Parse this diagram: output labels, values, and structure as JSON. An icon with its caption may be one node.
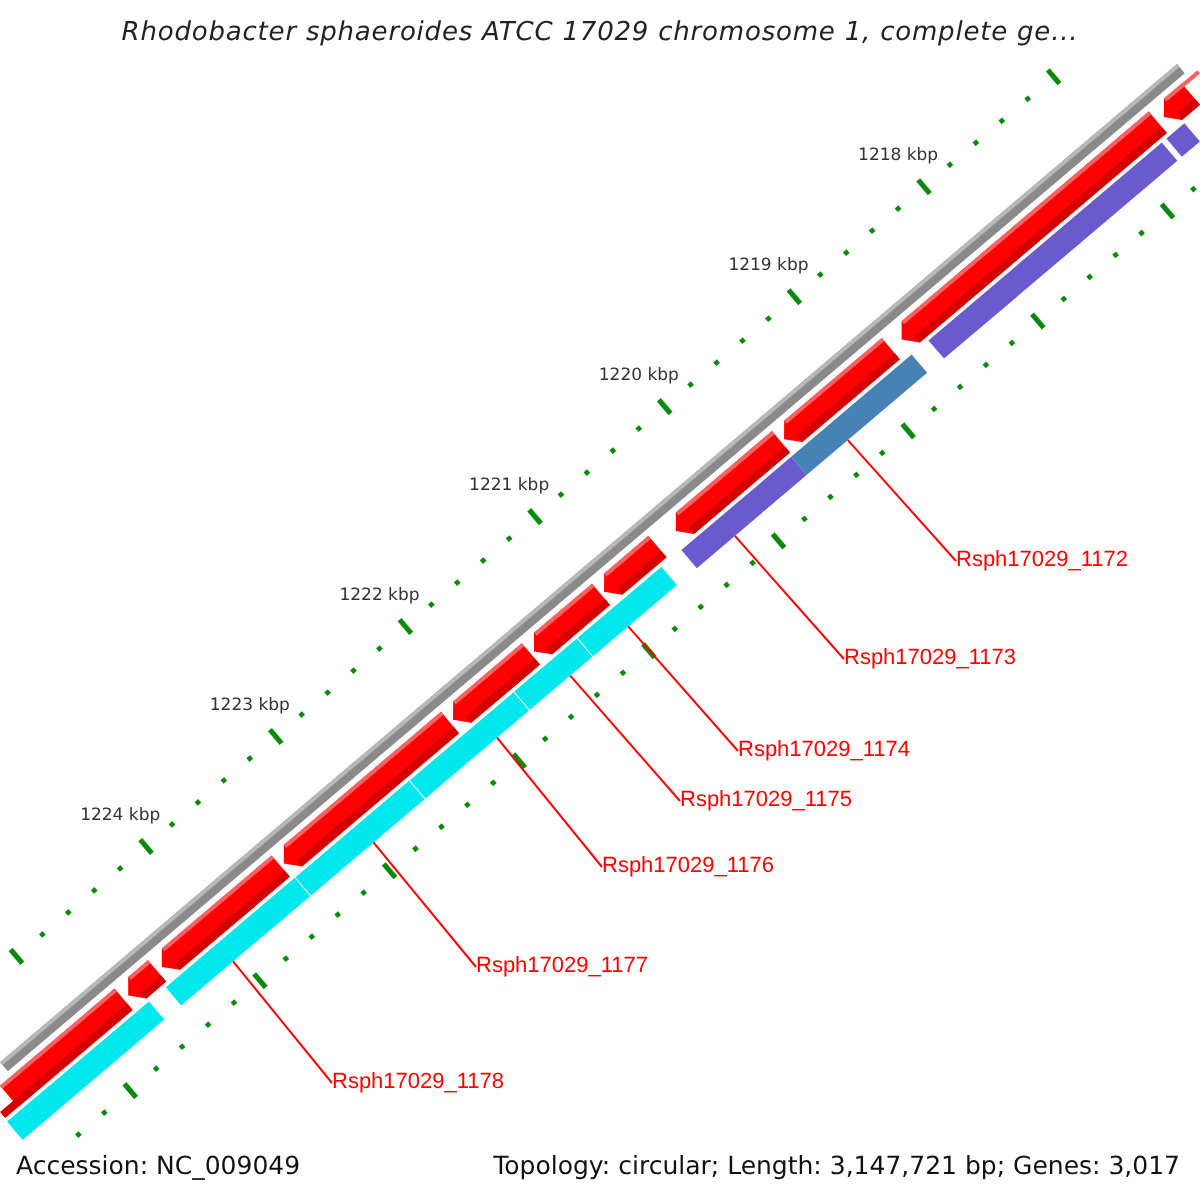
{
  "diagram": {
    "title": "Rhodobacter sphaeroides ATCC 17029 chromosome 1, complete ge...",
    "nodes": [
      {
        "text": [
          "Rsph17029_1172"
        ]
      },
      {
        "text": [
          "Rsph17029_1173"
        ]
      },
      {
        "text": [
          "Rsph17029_1174"
        ]
      },
      {
        "text": [
          "Rsph17029_1175"
        ]
      },
      {
        "text": [
          "Rsph17029_1176"
        ]
      },
      {
        "text": [
          "Rsph17029_1177"
        ]
      },
      {
        "text": [
          "Rsph17029_1178"
        ]
      },
      {
        "text": [],
        "shape": "bar"
      },
      {
        "text": [],
        "shape": "bar"
      },
      {
        "text": [],
        "shape": "bar"
      },
      {
        "text": [],
        "shape": "bar"
      },
      {
        "text": [],
        "shape": "bar"
      },
      {
        "text": [],
        "shape": "bar"
      },
      {
        "text": [],
        "shape": "bar"
      },
      {
        "text": [],
        "shape": "bar"
      },
      {
        "text": [],
        "shape": "bar"
      },
      {
        "text": [],
        "shape": "bar"
      },
      {
        "text": [],
        "shape": "bar"
      },
      {
        "text": [],
        "shape": "bar"
      },
      {
        "text": [],
        "shape": "bar"
      },
      {
        "text": [],
        "shape": "bar"
      },
      {
        "text": [],
        "shape": "bar"
      },
      {
        "text": [],
        "shape": "bar"
      },
      {
        "text": [],
        "shape": "bar"
      },
      {
        "text": [],
        "shape": "bar"
      },
      {
        "text": [],
        "shape": "bar"
      },
      {
        "text": [],
        "shape": "bar"
      },
      {
        "text": [],
        "shape": "bar"
      }
    ],
    "edges": [
      {
        "from": 0,
        "to": 25,
        "arrow": "none"
      },
      {
        "from": 1,
        "to": 24,
        "arrow": "none"
      },
      {
        "from": 2,
        "to": 23,
        "arrow": "none"
      },
      {
        "from": 3,
        "to": 22,
        "arrow": "none"
      },
      {
        "from": 4,
        "to": 21,
        "arrow": "none"
      },
      {
        "from": 5,
        "to": 20,
        "arrow": "none"
      },
      {
        "from": 6,
        "to": 19,
        "arrow": "none"
      }
    ],
    "labels": [
      "1218 kbp",
      "1219 kbp",
      "1220 kbp",
      "1221 kbp",
      "1222 kbp",
      "1223 kbp",
      "1224 kbp",
      "Accession: NC_009049",
      "Topology: circular; Length: 3,147,721 bp; Genes: 3,017"
    ]
  }
}
